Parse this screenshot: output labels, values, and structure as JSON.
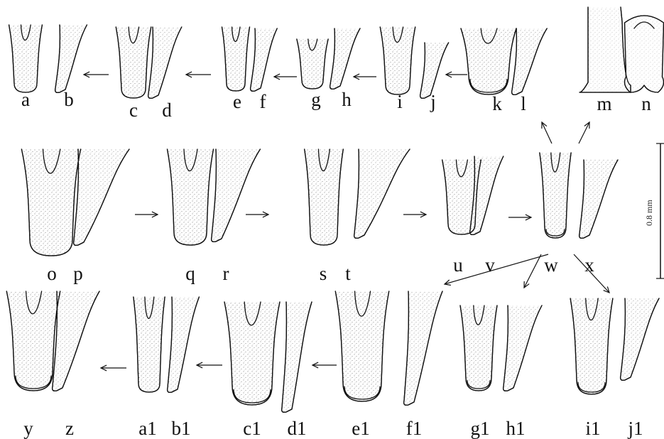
{
  "figure": {
    "labels": [
      "a",
      "b",
      "c",
      "d",
      "e",
      "f",
      "g",
      "h",
      "i",
      "j",
      "k",
      "l",
      "m",
      "n",
      "o",
      "p",
      "q",
      "r",
      "s",
      "t",
      "u",
      "v",
      "w",
      "x",
      "y",
      "z",
      "a1",
      "b1",
      "c1",
      "d1",
      "e1",
      "f1",
      "g1",
      "h1",
      "i1",
      "j1"
    ],
    "scale_bar_label": "0.8 mm",
    "colors": {
      "ink": "#111111",
      "stipple": "#555555",
      "background": "#ffffff"
    }
  }
}
